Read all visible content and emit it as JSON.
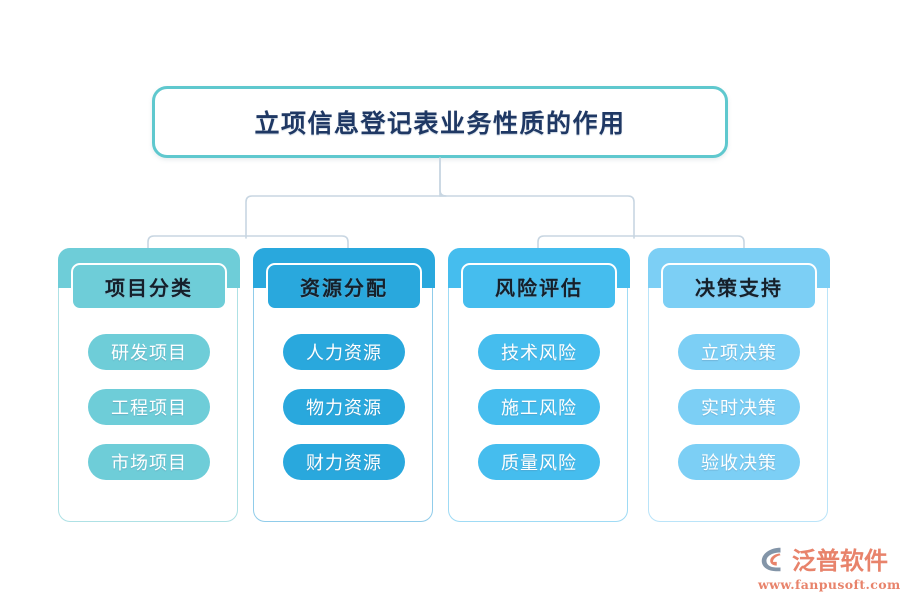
{
  "diagram": {
    "root": {
      "label": "立项信息登记表业务性质的作用",
      "border_color": "#5FC8CE",
      "text_color": "#1F3864"
    },
    "connector_color": "#C8D6E2",
    "columns": [
      {
        "id": "project-classification",
        "header": "项目分类",
        "accent": "#6ECDD8",
        "items": [
          "研发项目",
          "工程项目",
          "市场项目"
        ]
      },
      {
        "id": "resource-allocation",
        "header": "资源分配",
        "accent": "#29A8DD",
        "items": [
          "人力资源",
          "物力资源",
          "财力资源"
        ]
      },
      {
        "id": "risk-assessment",
        "header": "风险评估",
        "accent": "#45BDEE",
        "items": [
          "技术风险",
          "施工风险",
          "质量风险"
        ]
      },
      {
        "id": "decision-support",
        "header": "决策支持",
        "accent": "#7CCFF5",
        "items": [
          "立项决策",
          "实时决策",
          "验收决策"
        ]
      }
    ]
  },
  "watermark": {
    "brand": "泛普软件",
    "url": "www.fanpusoft.com",
    "brand_color": "#E8836B",
    "mark_color": "#8395A8"
  }
}
